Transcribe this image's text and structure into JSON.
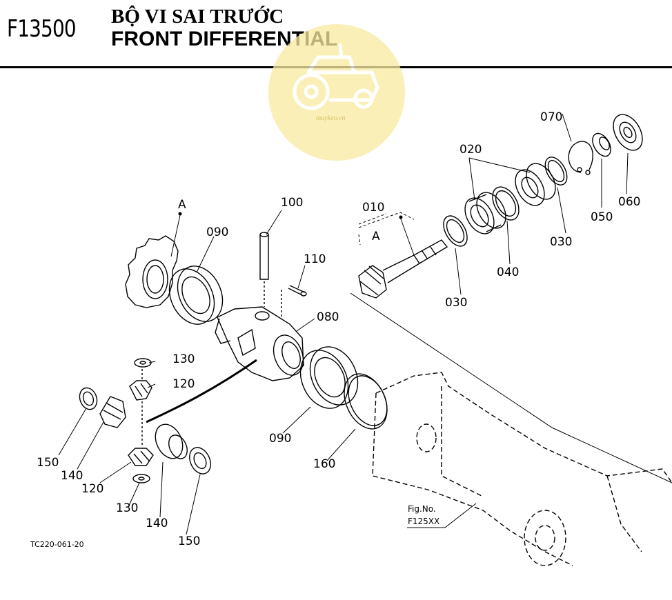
{
  "header": {
    "figure_code": "F13500",
    "title_vi": "BỘ VI SAI TRƯỚC",
    "title_en": "FRONT DIFFERENTIAL"
  },
  "watermark": {
    "text": "maykeo.vn"
  },
  "callouts": {
    "p010": "010",
    "p020": "020",
    "p030a": "030",
    "p030b": "030",
    "p040": "040",
    "p050": "050",
    "p060": "060",
    "p070": "070",
    "p080": "080",
    "p090a": "090",
    "p090b": "090",
    "p100": "100",
    "p110": "110",
    "p120a": "120",
    "p120b": "120",
    "p130a": "130",
    "p130b": "130",
    "p140a": "140",
    "p140b": "140",
    "p150a": "150",
    "p150b": "150",
    "p160": "160",
    "markA1": "A",
    "markA2": "A"
  },
  "reference": {
    "fig_label": "Fig.No.",
    "fig_number": "F125XX"
  },
  "drawing_code": "TC220-061-20",
  "colors": {
    "line": "#000000",
    "watermark": "#f9eba0"
  }
}
